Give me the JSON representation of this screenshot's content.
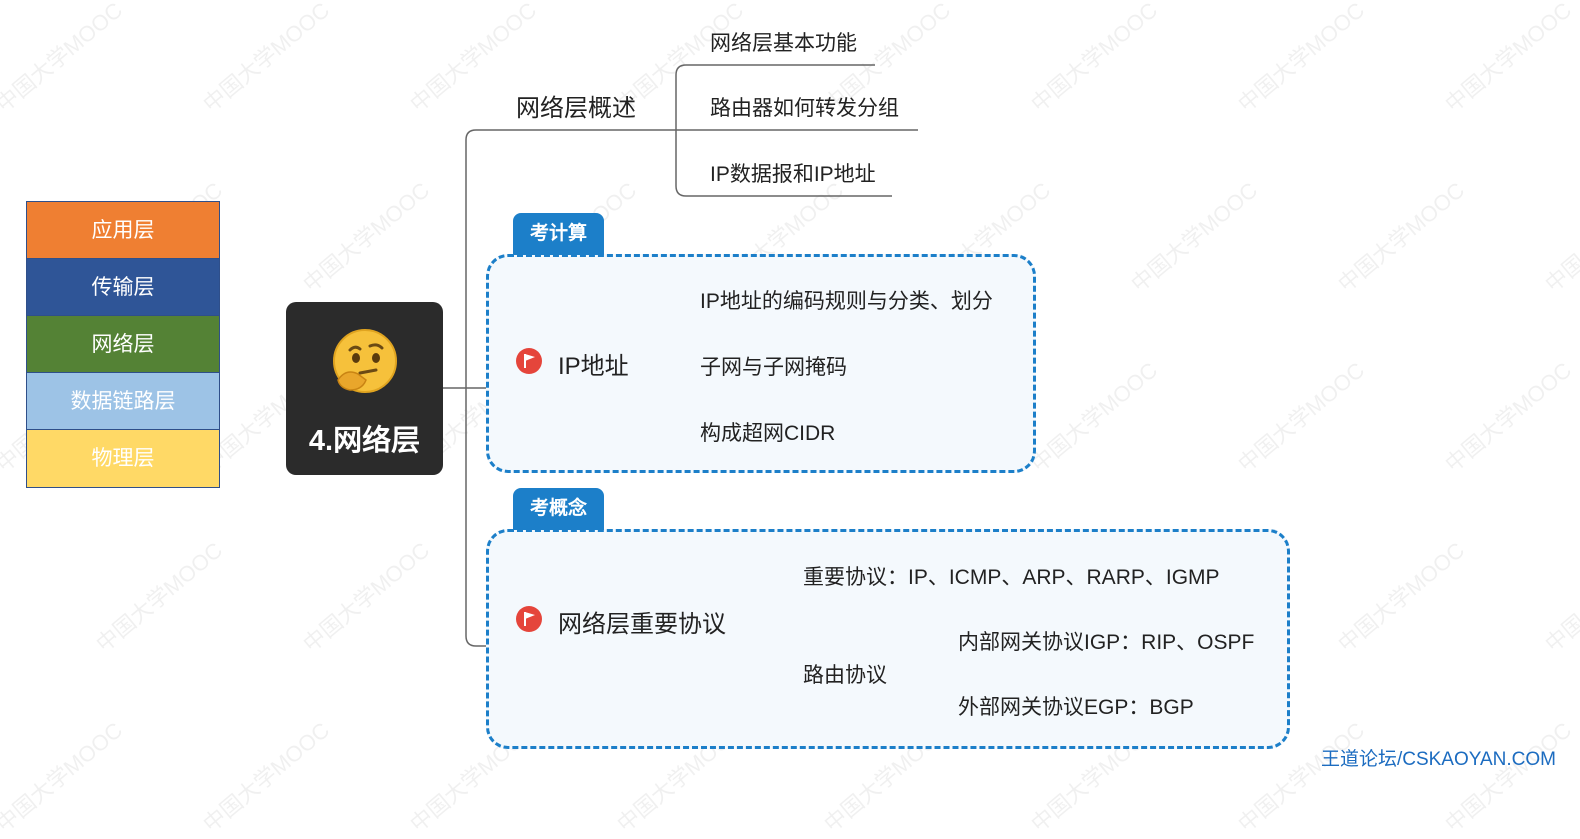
{
  "layers": [
    {
      "label": "应用层",
      "color": "#ef7f32"
    },
    {
      "label": "传输层",
      "color": "#2f5597"
    },
    {
      "label": "网络层",
      "color": "#548235"
    },
    {
      "label": "数据链路层",
      "color": "#9dc3e6"
    },
    {
      "label": "物理层",
      "color": "#ffd966"
    }
  ],
  "center": {
    "title": "4.网络层",
    "icon": "thinking-face-icon"
  },
  "overview": {
    "label": "网络层概述",
    "items": [
      "网络层基本功能",
      "路由器如何转发分组",
      "IP数据报和IP地址"
    ]
  },
  "ip": {
    "tag": "考计算",
    "label": "IP地址",
    "icon": "flag-icon",
    "items": [
      "IP地址的编码规则与分类、划分",
      "子网与子网掩码",
      "构成超网CIDR"
    ]
  },
  "protocols": {
    "tag": "考概念",
    "label": "网络层重要协议",
    "icon": "flag-icon",
    "important": "重要协议：IP、ICMP、ARP、RARP、IGMP",
    "routing": {
      "label": "路由协议",
      "items": [
        "内部网关协议IGP：RIP、OSPF",
        "外部网关协议EGP：BGP"
      ]
    }
  },
  "watermark": "中国大学MOOC",
  "footer": "王道论坛/CSKAOYAN.COM",
  "accent": "#1c7fc9"
}
